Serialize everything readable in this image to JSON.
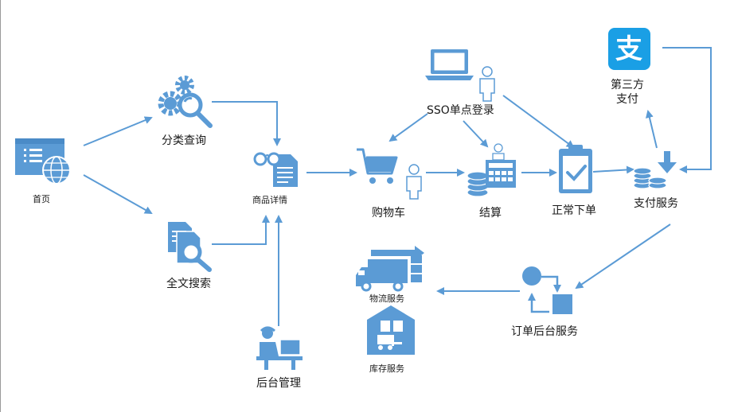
{
  "nodes": {
    "home": "首页",
    "category": "分类查询",
    "fulltext": "全文搜索",
    "detail": "商品详情",
    "admin": "后台管理",
    "cart": "购物车",
    "sso": "SSO单点登录",
    "settle": "结算",
    "order": "正常下单",
    "thirdparty": "第三方\n支付",
    "alipay_glyph": "支",
    "pay": "支付服务",
    "order_backend": "订单后台服务",
    "logistics": "物流服务",
    "inventory": "库存服务"
  },
  "colors": {
    "icon": "#5b9bd5",
    "arrow": "#5b9bd5",
    "text": "#1a1a1a",
    "alipay": "#1a9fe5"
  }
}
